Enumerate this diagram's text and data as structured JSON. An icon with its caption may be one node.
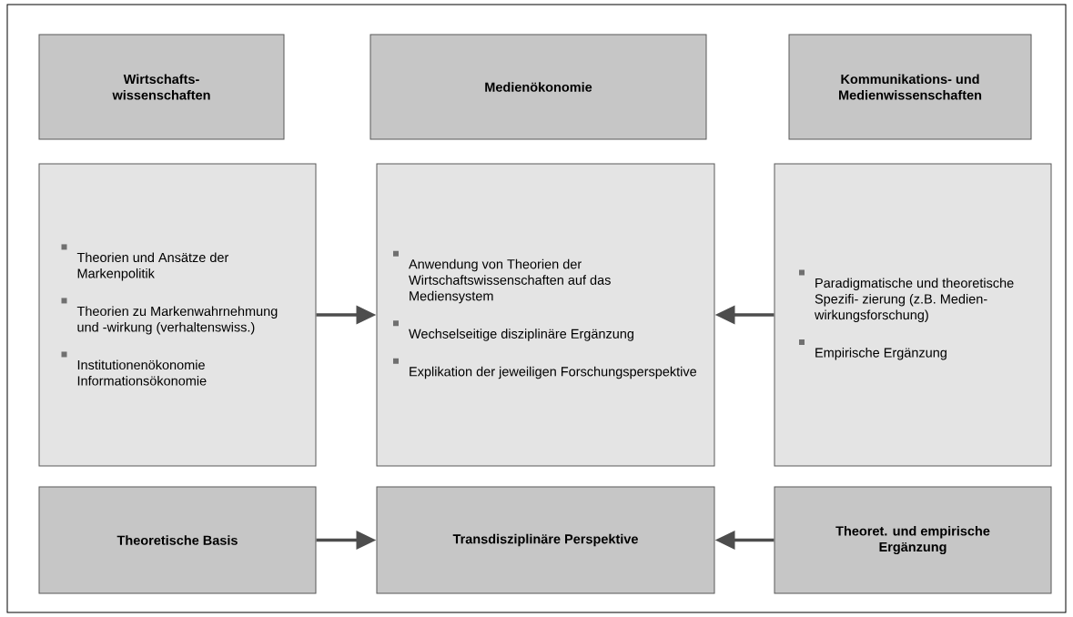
{
  "diagram": {
    "nodes": [
      {
        "text": [
          "Wirtschafts- wissenschaften"
        ]
      },
      {
        "text": [
          "Medienökonomie"
        ]
      },
      {
        "text": [
          "Kommunikations- und Medienwissenschaften"
        ]
      },
      {
        "text": [
          "Theorien und Ansätze der Markenpolitik",
          "Theorien zu Markenwahrnehmung und -wirkung (verhaltenswiss.)",
          "Institutionenökonomie Informationsökonomie"
        ]
      },
      {
        "text": [
          "Anwendung von Theorien der Wirtschaftswissenschaften auf das Mediensystem",
          "Wechselseitige disziplinäre Ergänzung",
          "Explikation der jeweiligen Forschungsperspektive"
        ]
      },
      {
        "text": [
          "Paradigmatische und theoretische Spezifi- zierung (z.B. Medien- wirkungsforschung)",
          "Empirische Ergänzung"
        ]
      },
      {
        "text": [
          "Theoretische Basis"
        ]
      },
      {
        "text": [
          "Transdisziplinäre Perspektive"
        ]
      },
      {
        "text": [
          "Theoret. und empirische Ergänzung"
        ]
      }
    ],
    "edges": [
      {
        "from": 3,
        "to": 4,
        "arrow": "to"
      },
      {
        "from": 5,
        "to": 4,
        "arrow": "to"
      },
      {
        "from": 6,
        "to": 7,
        "arrow": "to"
      },
      {
        "from": 8,
        "to": 7,
        "arrow": "to"
      }
    ]
  }
}
